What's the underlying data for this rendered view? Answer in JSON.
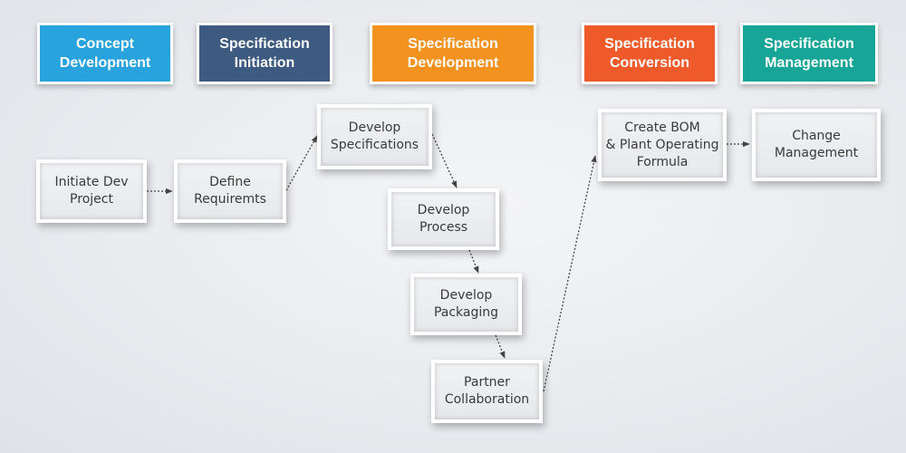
{
  "colors": {
    "concept": "#29a3dd",
    "initiation": "#3d5a80",
    "development": "#f3921e",
    "conversion": "#ee5a2a",
    "management": "#16a596",
    "connector": "#444444"
  },
  "phases": [
    {
      "id": "concept",
      "label": "Concept\nDevelopment"
    },
    {
      "id": "initiation",
      "label": "Specification\nInitiation"
    },
    {
      "id": "development",
      "label": "Specification\nDevelopment"
    },
    {
      "id": "conversion",
      "label": "Specification\nConversion"
    },
    {
      "id": "management",
      "label": "Specification\nManagement"
    }
  ],
  "steps": [
    {
      "id": "initiate",
      "label": "Initiate Dev\nProject"
    },
    {
      "id": "define",
      "label": "Define\nRequiremts"
    },
    {
      "id": "specs",
      "label": "Develop\nSpecifications"
    },
    {
      "id": "process",
      "label": "Develop\nProcess"
    },
    {
      "id": "packaging",
      "label": "Develop\nPackaging"
    },
    {
      "id": "partner",
      "label": "Partner\nCollaboration"
    },
    {
      "id": "bom",
      "label": "Create BOM\n& Plant Operating\nFormula"
    },
    {
      "id": "change",
      "label": "Change\nManagement"
    }
  ]
}
